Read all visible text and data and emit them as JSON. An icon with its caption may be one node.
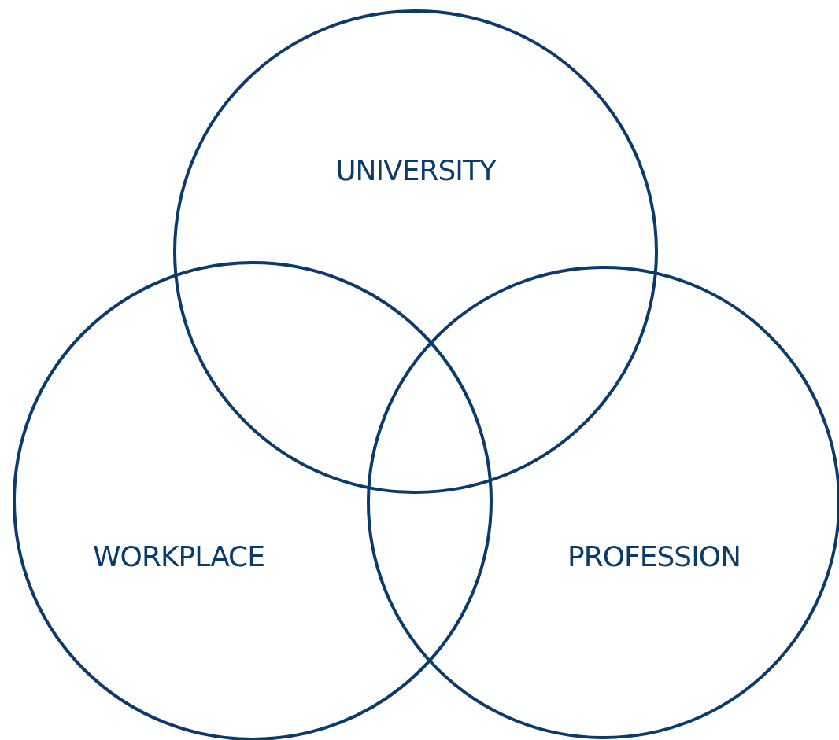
{
  "diagram": {
    "nodes": [
      {
        "text": [
          "UNIVERSITY"
        ]
      },
      {
        "text": [
          "WORKPLACE"
        ]
      },
      {
        "text": [
          "PROFESSION"
        ]
      }
    ],
    "edges": []
  }
}
